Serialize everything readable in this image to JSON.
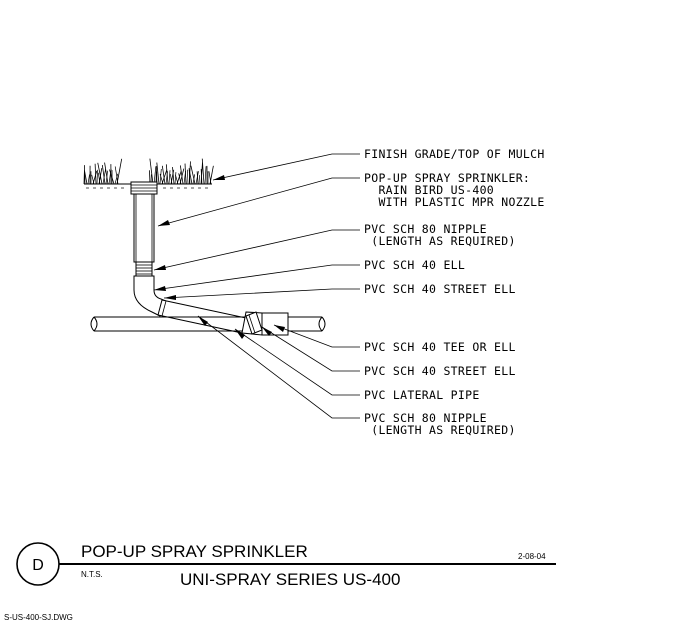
{
  "callouts": [
    {
      "lines": [
        "FINISH GRADE/TOP OF MULCH"
      ]
    },
    {
      "lines": [
        "POP-UP SPRAY SPRINKLER:",
        "  RAIN BIRD US-400",
        "  WITH PLASTIC MPR NOZZLE"
      ]
    },
    {
      "lines": [
        "PVC SCH 80 NIPPLE",
        " (LENGTH AS REQUIRED)"
      ]
    },
    {
      "lines": [
        "PVC SCH 40 ELL"
      ]
    },
    {
      "lines": [
        "PVC SCH 40 STREET ELL"
      ]
    },
    {
      "lines": [
        "PVC SCH 40 TEE OR ELL"
      ]
    },
    {
      "lines": [
        "PVC SCH 40 STREET ELL"
      ]
    },
    {
      "lines": [
        "PVC LATERAL PIPE"
      ]
    },
    {
      "lines": [
        "PVC SCH 80 NIPPLE",
        " (LENGTH AS REQUIRED)"
      ]
    }
  ],
  "title_block": {
    "detail_letter": "D",
    "title": "POP-UP SPRAY SPRINKLER",
    "scale": "N.T.S.",
    "subtitle": "UNI-SPRAY SERIES US-400",
    "date": "2-08-04",
    "file_name": "S-US-400-SJ.DWG"
  }
}
